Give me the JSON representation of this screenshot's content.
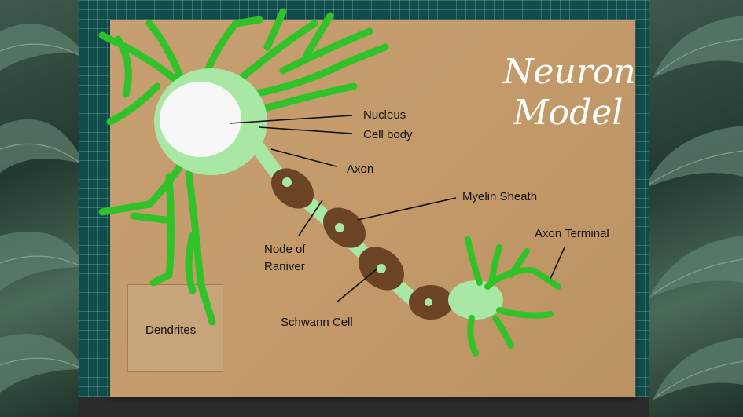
{
  "title": {
    "line1": "Neuron",
    "line2": "Model"
  },
  "labels": {
    "nucleus": "Nucleus",
    "cell_body": "Cell body",
    "axon": "Axon",
    "myelin_sheath": "Myelin Sheath",
    "axon_terminal": "Axon Terminal",
    "node_of_ranvier_line1": "Node of",
    "node_of_ranvier_line2": "Raniver",
    "schwann_cell": "Schwann Cell",
    "dendrites": "Dendrites"
  },
  "colors": {
    "pipe_cleaner_green": "#2fc229",
    "clay_light_green": "#a8e7a4",
    "nucleus_white": "#f7f7f7",
    "myelin_brown": "#6b4426",
    "cardboard": "#c49a6a",
    "mat_teal": "#0f4d4c"
  }
}
